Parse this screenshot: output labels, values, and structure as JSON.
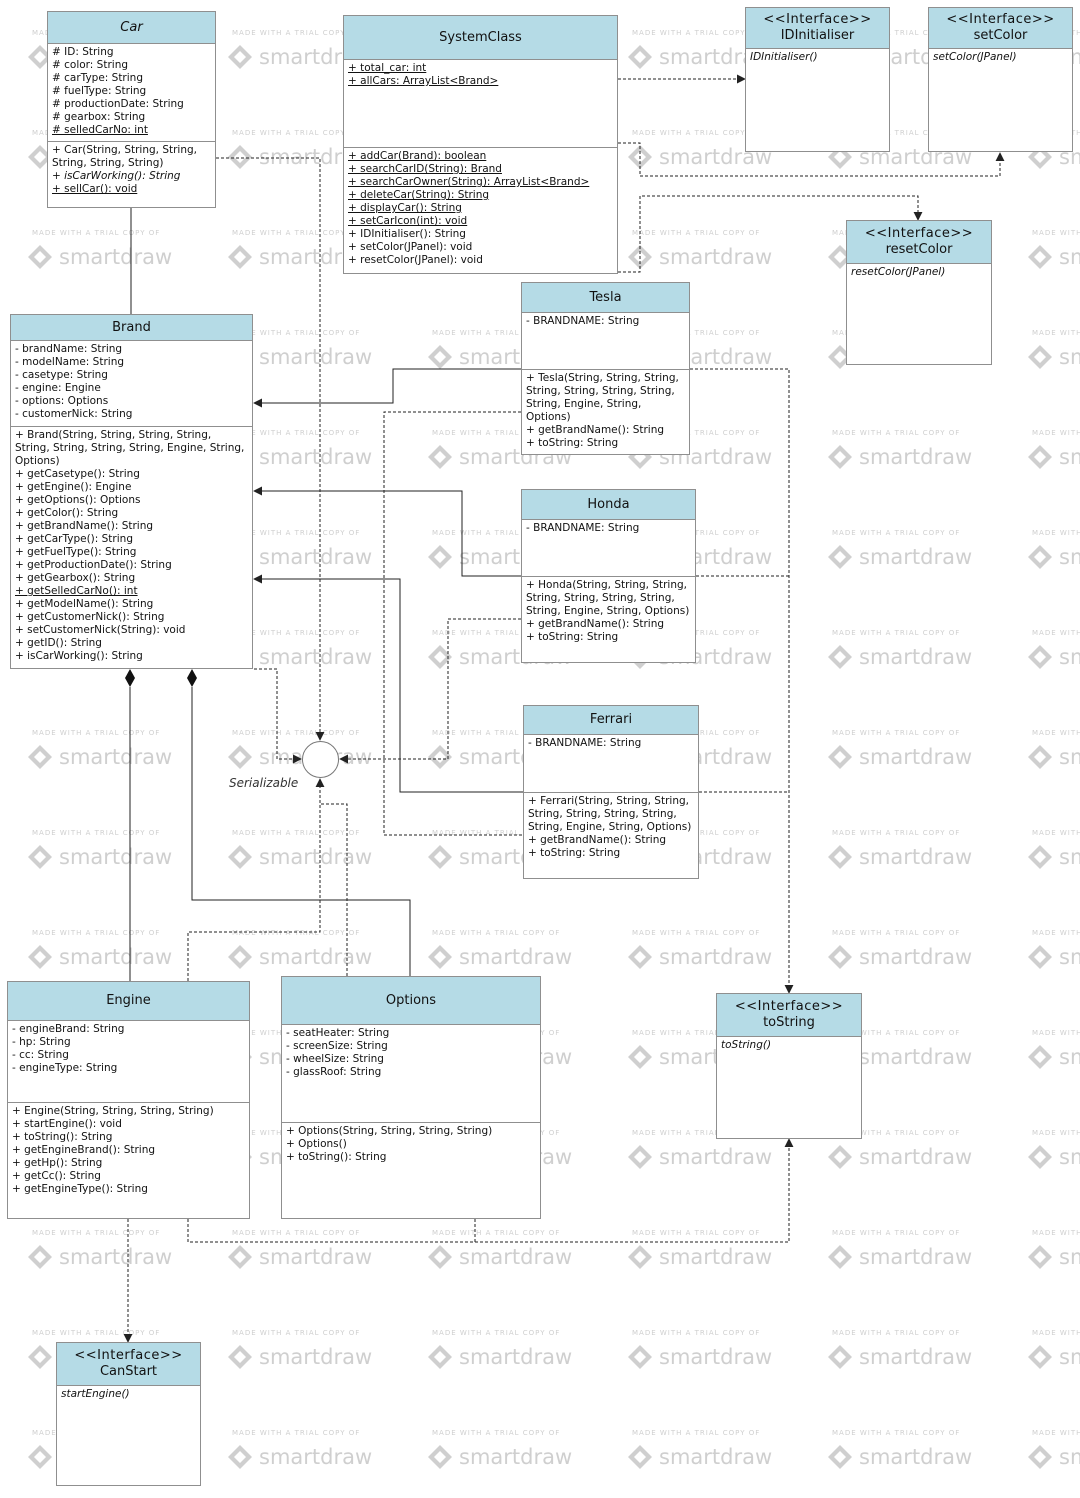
{
  "watermark": {
    "small": "MADE WITH A TRIAL COPY OF",
    "big": "smartdraw"
  },
  "classes": {
    "car": {
      "name": "Car",
      "name_italic": true,
      "attributes": [
        {
          "text": "# ID: String"
        },
        {
          "text": "# color: String"
        },
        {
          "text": "# carType: String"
        },
        {
          "text": "# fuelType: String"
        },
        {
          "text": "# productionDate: String"
        },
        {
          "text": "# gearbox: String"
        },
        {
          "text": "# selledCarNo: int",
          "static": true
        }
      ],
      "methods": [
        {
          "text": "+ Car(String, String, String, String, String, String)"
        },
        {
          "text": "+ isCarWorking(): String",
          "abstract": true
        },
        {
          "text": "+ sellCar(): void",
          "static": true
        }
      ]
    },
    "systemclass": {
      "name": "SystemClass",
      "attributes": [
        {
          "text": "+ total_car: int",
          "static": true
        },
        {
          "text": "+ allCars: ArrayList<Brand>",
          "static": true
        }
      ],
      "methods": [
        {
          "text": "+ addCar(Brand): boolean",
          "static": true
        },
        {
          "text": "+ searchCarID(String): Brand",
          "static": true
        },
        {
          "text": "+ searchCarOwner(String): ArrayList<Brand>",
          "static": true
        },
        {
          "text": "+ deleteCar(String): String",
          "static": true
        },
        {
          "text": "+ displayCar(): String",
          "static": true
        },
        {
          "text": "+ setCarIcon(int): void",
          "static": true
        },
        {
          "text": "+ IDInitialiser(): String"
        },
        {
          "text": "+ setColor(JPanel): void"
        },
        {
          "text": "+ resetColor(JPanel): void"
        }
      ]
    },
    "idinitialiser": {
      "stereotype": "<<Interface>>",
      "name": "IDInitialiser",
      "methods": [
        {
          "text": "IDInitialiser()",
          "abstract": true
        }
      ]
    },
    "setcolor": {
      "stereotype": "<<Interface>>",
      "name": "setColor",
      "methods": [
        {
          "text": "setColor(JPanel)",
          "abstract": true
        }
      ]
    },
    "resetcolor": {
      "stereotype": "<<Interface>>",
      "name": "resetColor",
      "methods": [
        {
          "text": "resetColor(JPanel)",
          "abstract": true
        }
      ]
    },
    "brand": {
      "name": "Brand",
      "attributes": [
        {
          "text": "- brandName: String"
        },
        {
          "text": "- modelName: String"
        },
        {
          "text": "- casetype: String"
        },
        {
          "text": "- engine: Engine"
        },
        {
          "text": "- options: Options"
        },
        {
          "text": "- customerNick: String"
        }
      ],
      "methods": [
        {
          "text": "+ Brand(String, String, String, String, String, String, String, String, Engine, String, Options)"
        },
        {
          "text": "+ getCasetype(): String"
        },
        {
          "text": "+ getEngine(): Engine"
        },
        {
          "text": "+ getOptions(): Options"
        },
        {
          "text": "+ getColor(): String"
        },
        {
          "text": "+ getBrandName(): String"
        },
        {
          "text": "+ getCarType(): String"
        },
        {
          "text": "+ getFuelType(): String"
        },
        {
          "text": "+ getProductionDate(): String"
        },
        {
          "text": "+ getGearbox(): String"
        },
        {
          "text": "+ getSelledCarNo(): int",
          "static": true
        },
        {
          "text": "+ getModelName(): String"
        },
        {
          "text": "+ getCustomerNick(): String"
        },
        {
          "text": "+ setCustomerNick(String): void"
        },
        {
          "text": "+ getID(): String"
        },
        {
          "text": "+ isCarWorking(): String"
        }
      ]
    },
    "tesla": {
      "name": "Tesla",
      "attributes": [
        {
          "text": "- BRANDNAME: String"
        }
      ],
      "methods": [
        {
          "text": "+ Tesla(String, String, String, String, String, String, String, String, Engine, String, Options)"
        },
        {
          "text": "+ getBrandName(): String"
        },
        {
          "text": "+ toString: String"
        }
      ]
    },
    "honda": {
      "name": "Honda",
      "attributes": [
        {
          "text": "- BRANDNAME: String"
        }
      ],
      "methods": [
        {
          "text": "+ Honda(String, String, String, String, String, String, String, String, Engine, String, Options)"
        },
        {
          "text": "+ getBrandName(): String"
        },
        {
          "text": "+ toString: String"
        }
      ]
    },
    "ferrari": {
      "name": "Ferrari",
      "attributes": [
        {
          "text": "- BRANDNAME: String"
        }
      ],
      "methods": [
        {
          "text": "+ Ferrari(String, String, String, String, String, String, String, String, Engine, String, Options)"
        },
        {
          "text": "+ getBrandName(): String"
        },
        {
          "text": "+ toString: String"
        }
      ]
    },
    "engine": {
      "name": "Engine",
      "attributes": [
        {
          "text": "- engineBrand: String"
        },
        {
          "text": "- hp: String"
        },
        {
          "text": "- cc: String"
        },
        {
          "text": "- engineType: String"
        }
      ],
      "methods": [
        {
          "text": "+ Engine(String, String, String, String)"
        },
        {
          "text": "+ startEngine(): void"
        },
        {
          "text": "+ toString(): String"
        },
        {
          "text": "+ getEngineBrand(): String"
        },
        {
          "text": "+ getHp(): String"
        },
        {
          "text": "+ getCc(): String"
        },
        {
          "text": "+ getEngineType(): String"
        }
      ]
    },
    "options": {
      "name": "Options",
      "attributes": [
        {
          "text": "- seatHeater: String"
        },
        {
          "text": "- screenSize: String"
        },
        {
          "text": "- wheelSize: String"
        },
        {
          "text": "- glassRoof: String"
        }
      ],
      "methods": [
        {
          "text": "+ Options(String, String, String, String)"
        },
        {
          "text": "+ Options()"
        },
        {
          "text": "+ toString(): String"
        }
      ]
    },
    "tostring": {
      "stereotype": "<<Interface>>",
      "name": "toString",
      "methods": [
        {
          "text": "toString()",
          "abstract": true
        }
      ]
    },
    "canstart": {
      "stereotype": "<<Interface>>",
      "name": "CanStart",
      "methods": [
        {
          "text": "startEngine()",
          "abstract": true
        }
      ]
    }
  },
  "serializable": {
    "label": "Serializable"
  },
  "colors": {
    "header": "#b5dbe6",
    "border": "#8f8f8f",
    "line": "#222222",
    "watermark": "#cfcfcf"
  }
}
